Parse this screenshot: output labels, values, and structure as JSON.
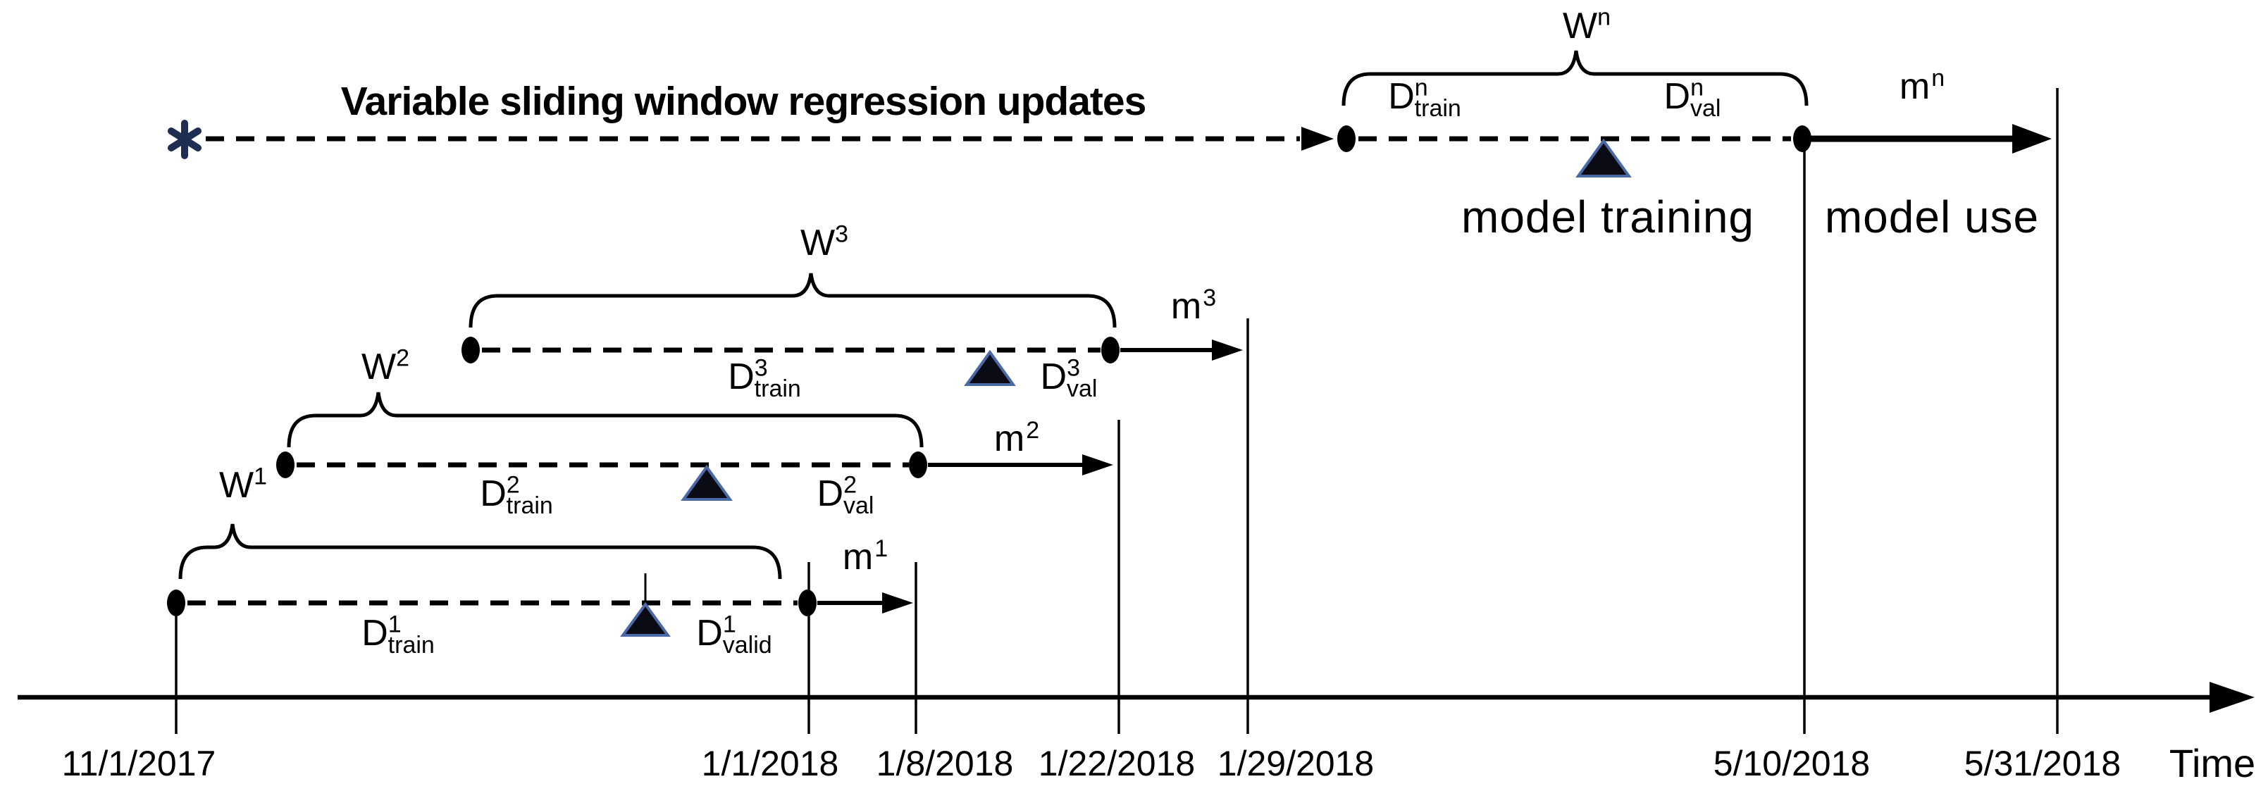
{
  "title": "Variable sliding window regression updates",
  "axis": {
    "label": "Time",
    "dates": [
      "11/1/2017",
      "1/1/2018",
      "1/8/2018",
      "1/22/2018",
      "1/29/2018",
      "5/10/2018",
      "5/31/2018"
    ]
  },
  "top": {
    "window": {
      "base": "W",
      "sup": "n"
    },
    "d_train": {
      "base": "D",
      "sup": "n",
      "sub": "train"
    },
    "d_val": {
      "base": "D",
      "sup": "n",
      "sub": "val"
    },
    "model": {
      "base": "m",
      "sup": "n"
    },
    "annotation_training": "model training",
    "annotation_use": "model use"
  },
  "rows": [
    {
      "window": {
        "base": "W",
        "sup": "1"
      },
      "d_train": {
        "base": "D",
        "sup": "1",
        "sub": "train"
      },
      "d_val": {
        "base": "D",
        "sup": "1",
        "sub": "valid"
      },
      "model": {
        "base": "m",
        "sup": "1"
      }
    },
    {
      "window": {
        "base": "W",
        "sup": "2"
      },
      "d_train": {
        "base": "D",
        "sup": "2",
        "sub": "train"
      },
      "d_val": {
        "base": "D",
        "sup": "2",
        "sub": "val"
      },
      "model": {
        "base": "m",
        "sup": "2"
      }
    },
    {
      "window": {
        "base": "W",
        "sup": "3"
      },
      "d_train": {
        "base": "D",
        "sup": "3",
        "sub": "train"
      },
      "d_val": {
        "base": "D",
        "sup": "3",
        "sub": "val"
      },
      "model": {
        "base": "m",
        "sup": "3"
      }
    }
  ],
  "colors": {
    "ink": "#000000",
    "triangle_fill": "#0b0b16",
    "triangle_stroke": "#4a69a5",
    "star": "#1f2d52"
  }
}
